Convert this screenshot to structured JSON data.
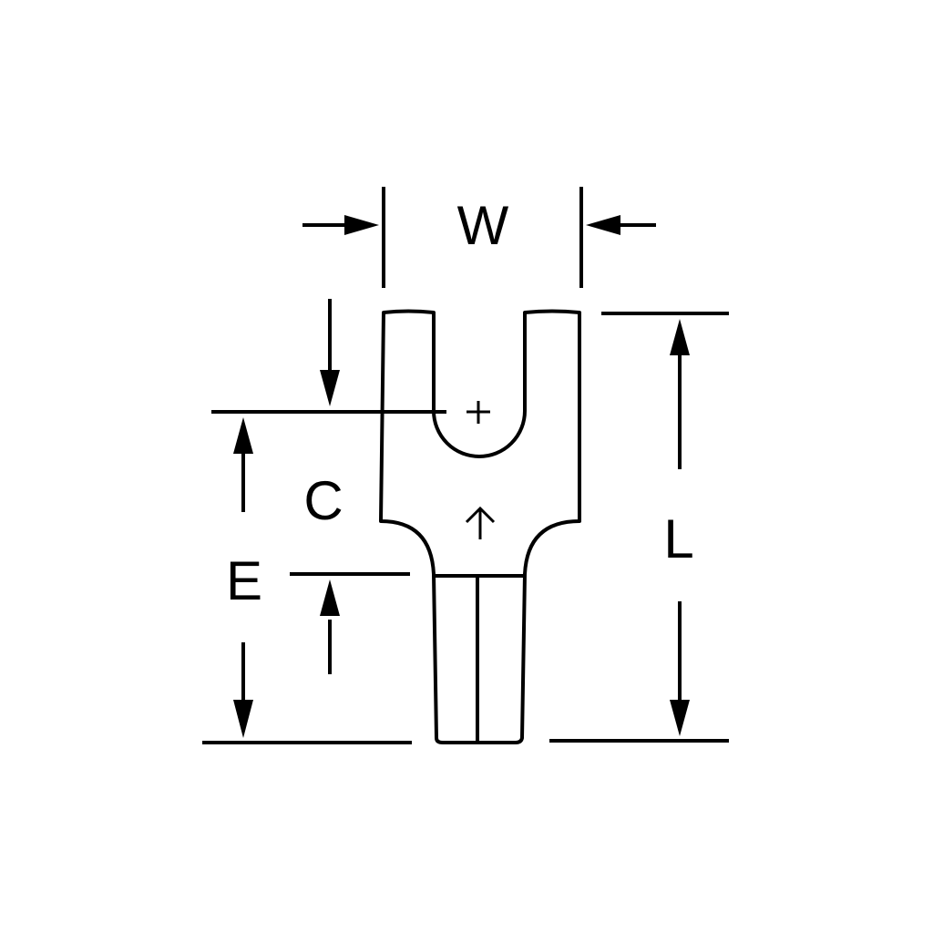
{
  "labels": {
    "width": "W",
    "length": "L",
    "c_dim": "C",
    "e_dim": "E"
  },
  "colors": {
    "line": "#000000",
    "background": "#ffffff"
  }
}
